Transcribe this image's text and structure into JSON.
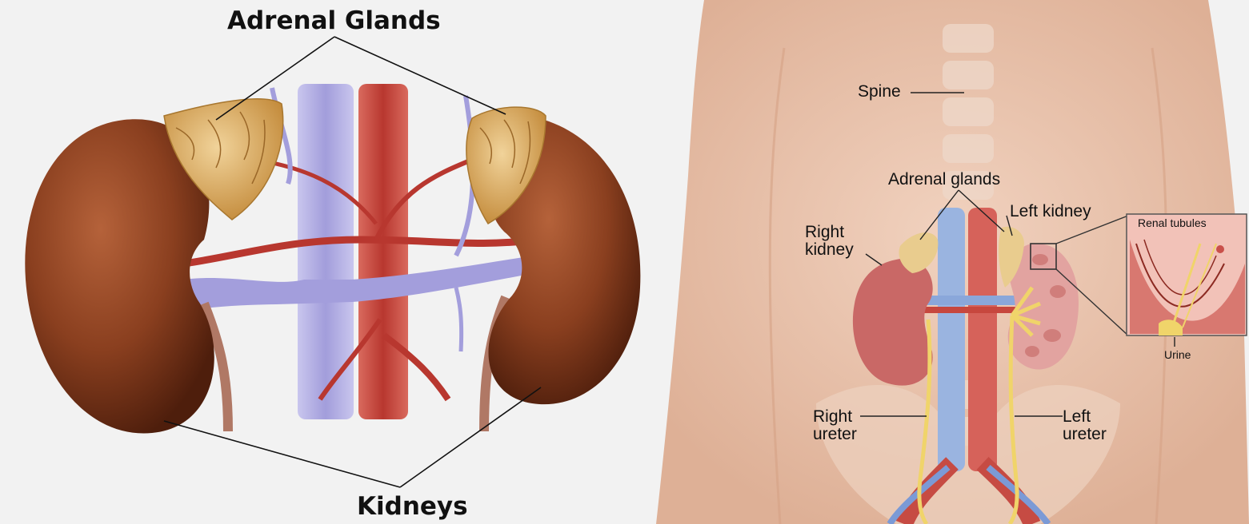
{
  "left_panel": {
    "title_top": "Adrenal Glands",
    "title_bottom": "Kidneys"
  },
  "right_panel": {
    "spine": "Spine",
    "adrenal_glands": "Adrenal glands",
    "left_kidney": "Left kidney",
    "right_kidney": [
      "Right",
      "kidney"
    ],
    "renal_tubules": "Renal tubules",
    "urine": "Urine",
    "right_ureter": [
      "Right",
      "ureter"
    ],
    "left_ureter": [
      "Left",
      "ureter"
    ]
  },
  "colors": {
    "kidney": "#8a3f1f",
    "adrenal": "#d9a857",
    "vein": "#a7a2d6",
    "artery": "#c7473e",
    "skin": "#e6bea6",
    "ureter": "#e8d27a"
  }
}
